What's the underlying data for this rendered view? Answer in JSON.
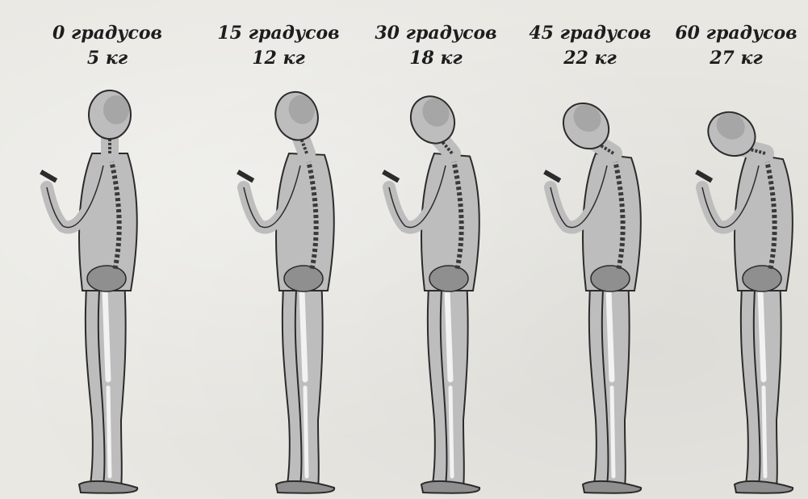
{
  "stages": [
    {
      "angle": "0 градусов",
      "weight": "5 кг",
      "tilt": 0
    },
    {
      "angle": "15 градусов",
      "weight": "12 кг",
      "tilt": 15
    },
    {
      "angle": "30 градусов",
      "weight": "18 кг",
      "tilt": 30
    },
    {
      "angle": "45 градусов",
      "weight": "22 кг",
      "tilt": 45
    },
    {
      "angle": "60 градусов",
      "weight": "27 кг",
      "tilt": 60
    }
  ],
  "colors": {
    "body_fill": "#bdbdbd",
    "body_shade": "#8f8f8f",
    "outline": "#2b2b2b",
    "bone": "#f2f2f2",
    "spine": "#3a3a3a",
    "text": "#1d1d1d"
  }
}
